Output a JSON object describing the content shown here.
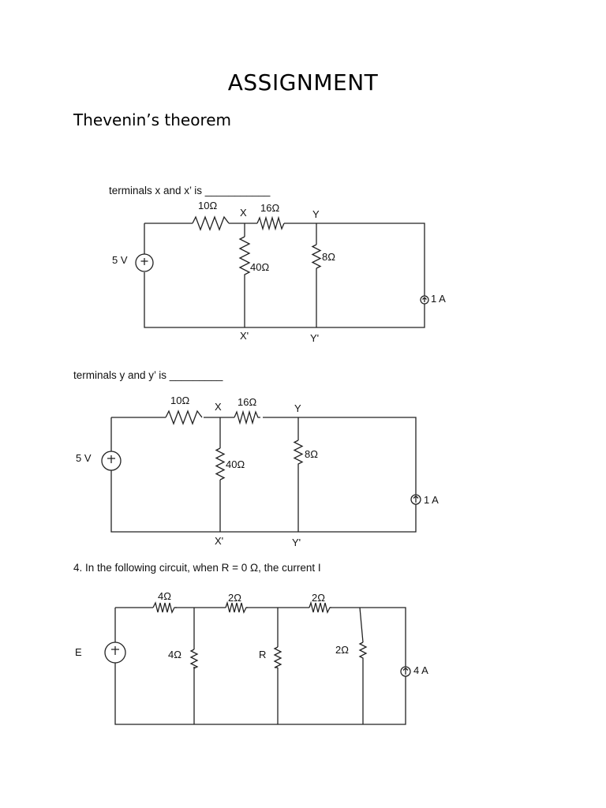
{
  "document": {
    "title": "ASSIGNMENT",
    "subtitle": "Thevenin’s theorem"
  },
  "circuit1": {
    "question": "terminals x and x’ is ___________",
    "source_v": "5 V",
    "r_left": "10Ω",
    "r_top": "16Ω",
    "r_mid": "40Ω",
    "r_right": "8Ω",
    "node_x": "X",
    "node_y": "Y",
    "node_x_prime": "X'",
    "node_y_prime": "Y'",
    "source_i": "1 A"
  },
  "circuit2": {
    "question": "terminals y and y’ is _________",
    "source_v": "5 V",
    "r_left": "10Ω",
    "r_top": "16Ω",
    "r_mid": "40Ω",
    "r_right": "8Ω",
    "node_x": "X",
    "node_y": "Y",
    "node_x_prime": "X'",
    "node_y_prime": "Y'",
    "source_i": "1 A"
  },
  "circuit3": {
    "question": "4. In the following circuit, when R = 0 Ω, the current I",
    "source_v": "E",
    "r_top1": "4Ω",
    "r_top2": "2Ω",
    "r_top3": "2Ω",
    "r_shunt1": "4Ω",
    "r_shunt2": "R",
    "r_shunt3": "2Ω",
    "source_i": "4 A"
  }
}
